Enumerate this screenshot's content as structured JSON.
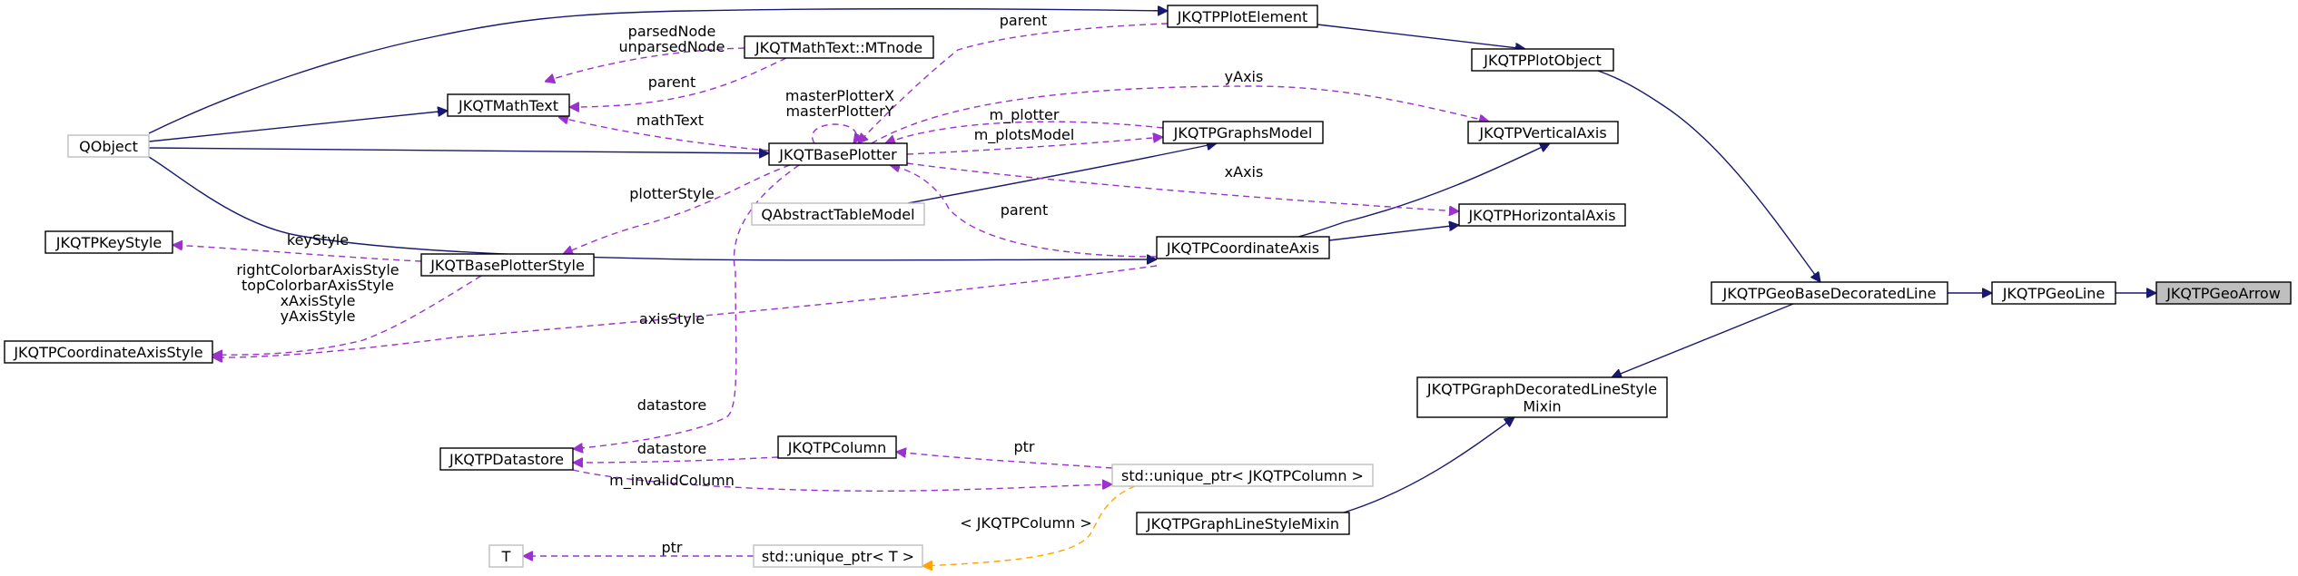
{
  "colors": {
    "inheritance": "#191970",
    "usage": "#9a32cd",
    "template": "#ffa500",
    "node_border": "#000000",
    "node_border_external": "#bfbfbf",
    "highlight_fill": "#bfbfbf"
  },
  "nodes": [
    {
      "id": "geoarrow",
      "label": "JKQTPGeoArrow",
      "style": "highlight"
    },
    {
      "id": "geoline",
      "label": "JKQTPGeoLine",
      "style": "normal"
    },
    {
      "id": "geobasedecoratedline",
      "label": "JKQTPGeoBaseDecoratedLine",
      "style": "normal"
    },
    {
      "id": "plotobject",
      "label": "JKQTPPlotObject",
      "style": "normal"
    },
    {
      "id": "plotelement",
      "label": "JKQTPPlotElement",
      "style": "normal"
    },
    {
      "id": "qobject",
      "label": "QObject",
      "style": "external"
    },
    {
      "id": "mathtext",
      "label": "JKQTMathText",
      "style": "normal"
    },
    {
      "id": "mtnode",
      "label": "JKQTMathText::MTnode",
      "style": "normal"
    },
    {
      "id": "baseplotter",
      "label": "JKQTBasePlotter",
      "style": "normal"
    },
    {
      "id": "graphsmodel",
      "label": "JKQTPGraphsModel",
      "style": "normal"
    },
    {
      "id": "qabstracttablemodel",
      "label": "QAbstractTableModel",
      "style": "external"
    },
    {
      "id": "verticalaxis",
      "label": "JKQTPVerticalAxis",
      "style": "normal"
    },
    {
      "id": "horizontalaxis",
      "label": "JKQTPHorizontalAxis",
      "style": "normal"
    },
    {
      "id": "coordinateaxis",
      "label": "JKQTPCoordinateAxis",
      "style": "normal"
    },
    {
      "id": "keystyle",
      "label": "JKQTPKeyStyle",
      "style": "normal"
    },
    {
      "id": "baseplotterstyle",
      "label": "JKQTBasePlotterStyle",
      "style": "normal"
    },
    {
      "id": "coordinateaxisstyle",
      "label": "JKQTPCoordinateAxisStyle",
      "style": "normal"
    },
    {
      "id": "datastore",
      "label": "JKQTPDatastore",
      "style": "normal"
    },
    {
      "id": "column",
      "label": "JKQTPColumn",
      "style": "normal"
    },
    {
      "id": "uniqueptrcolumn",
      "label": "std::unique_ptr< JKQTPColumn >",
      "style": "external"
    },
    {
      "id": "t",
      "label": "T",
      "style": "external"
    },
    {
      "id": "uniqueptrt",
      "label": "std::unique_ptr< T >",
      "style": "external"
    },
    {
      "id": "decoratedlinestylemixin",
      "label": [
        "JKQTPGraphDecoratedLineStyle",
        "Mixin"
      ],
      "style": "normal"
    },
    {
      "id": "linestylemixin",
      "label": "JKQTPGraphLineStyleMixin",
      "style": "normal"
    }
  ],
  "edges": [
    {
      "id": "e-geoline-geoarrow",
      "kind": "inheritance",
      "labels": []
    },
    {
      "id": "e-geobase-geoline",
      "kind": "inheritance",
      "labels": []
    },
    {
      "id": "e-plotobject-geobase",
      "kind": "inheritance",
      "labels": []
    },
    {
      "id": "e-decomixin-geobase",
      "kind": "inheritance",
      "labels": []
    },
    {
      "id": "e-linemixin-decomixin",
      "kind": "inheritance",
      "labels": []
    },
    {
      "id": "e-plotelement-plotobject",
      "kind": "inheritance",
      "labels": []
    },
    {
      "id": "e-qobject-plotelement",
      "kind": "inheritance",
      "labels": []
    },
    {
      "id": "e-qobject-mathtext",
      "kind": "inheritance",
      "labels": []
    },
    {
      "id": "e-qobject-baseplotter",
      "kind": "inheritance",
      "labels": []
    },
    {
      "id": "e-qobject-coordinateaxis",
      "kind": "inheritance",
      "labels": []
    },
    {
      "id": "e-qabstract-graphsmodel",
      "kind": "inheritance",
      "labels": []
    },
    {
      "id": "e-coordaxis-vertical",
      "kind": "inheritance",
      "labels": []
    },
    {
      "id": "e-coordaxis-horizontal",
      "kind": "inheritance",
      "labels": []
    },
    {
      "id": "e-plotelement-baseplotter",
      "kind": "usage",
      "labels": [
        "parent"
      ]
    },
    {
      "id": "e-mtnode-mathtext",
      "kind": "usage",
      "labels": [
        "parsedNode",
        "unparsedNode"
      ]
    },
    {
      "id": "e-mathtext-mtnode",
      "kind": "usage",
      "labels": [
        "parent"
      ]
    },
    {
      "id": "e-baseplotter-mathtext",
      "kind": "usage",
      "labels": [
        "mathText"
      ]
    },
    {
      "id": "e-baseplotter-self",
      "kind": "usage",
      "labels": [
        "masterPlotterX",
        "masterPlotterY"
      ]
    },
    {
      "id": "e-baseplotter-graphsmodel",
      "kind": "usage",
      "labels": [
        "m_plotter"
      ]
    },
    {
      "id": "e-graphsmodel-baseplotter",
      "kind": "usage",
      "labels": [
        "m_plotsModel"
      ]
    },
    {
      "id": "e-verticalaxis-baseplotter",
      "kind": "usage",
      "labels": [
        "yAxis"
      ]
    },
    {
      "id": "e-horizontalaxis-baseplotter",
      "kind": "usage",
      "labels": [
        "xAxis"
      ]
    },
    {
      "id": "e-baseplotter-coordaxis",
      "kind": "usage",
      "labels": [
        "parent"
      ]
    },
    {
      "id": "e-plotterstyle-baseplotter",
      "kind": "usage",
      "labels": [
        "plotterStyle"
      ]
    },
    {
      "id": "e-keystyle-plotterstyle",
      "kind": "usage",
      "labels": [
        "keyStyle"
      ]
    },
    {
      "id": "e-axisstyle-plotterstyle",
      "kind": "usage",
      "labels": [
        "rightColorbarAxisStyle",
        "topColorbarAxisStyle",
        "xAxisStyle",
        "yAxisStyle"
      ]
    },
    {
      "id": "e-axisstyle-coordaxis",
      "kind": "usage",
      "labels": [
        "axisStyle"
      ]
    },
    {
      "id": "e-datastore-baseplotter",
      "kind": "usage",
      "labels": [
        "datastore"
      ]
    },
    {
      "id": "e-datastore-column",
      "kind": "usage",
      "labels": [
        "datastore"
      ]
    },
    {
      "id": "e-datastore-uniqueptrcolumn",
      "kind": "usage",
      "labels": [
        "m_invalidColumn"
      ]
    },
    {
      "id": "e-column-uniqueptrcolumn",
      "kind": "usage",
      "labels": [
        "ptr"
      ]
    },
    {
      "id": "e-uniqueptrt-uniqueptrcolumn",
      "kind": "template",
      "labels": [
        "< JKQTPColumn >"
      ]
    },
    {
      "id": "e-t-uniqueptrt",
      "kind": "usage",
      "labels": [
        "ptr"
      ]
    }
  ]
}
